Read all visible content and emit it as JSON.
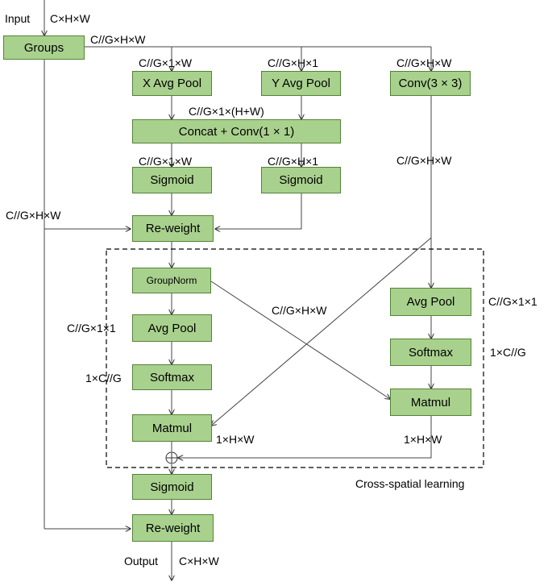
{
  "boxes": {
    "groups": "Groups",
    "x_avg_pool": "X Avg Pool",
    "y_avg_pool": "Y Avg Pool",
    "conv3": "Conv(3 × 3)",
    "concat_conv": "Concat + Conv(1 × 1)",
    "sigmoid_left": "Sigmoid",
    "sigmoid_right": "Sigmoid",
    "reweight_top": "Re-weight",
    "groupnorm": "GroupNorm",
    "avg_pool_left": "Avg Pool",
    "softmax_left": "Softmax",
    "matmul_left": "Matmul",
    "avg_pool_right": "Avg Pool",
    "softmax_right": "Softmax",
    "matmul_right": "Matmul",
    "sigmoid_bottom": "Sigmoid",
    "reweight_bottom": "Re-weight"
  },
  "labels": {
    "input": "Input",
    "input_shape": "C×H×W",
    "groups_out": "C//G×H×W",
    "x_pool_in": "C//G×1×W",
    "y_pool_in": "C//G×H×1",
    "conv_in": "C//G×H×W",
    "concat_in": "C//G×1×(H+W)",
    "sig_left_in": "C//G×1×W",
    "sig_right_in": "C//G×H×1",
    "conv_out": "C//G×H×W",
    "skip_shape": "C//G×H×W",
    "cross_shape": "C//G×H×W",
    "avg_left_out": "C//G×1×1",
    "softmax_left_out": "1×C//G",
    "matmul_left_out": "1×H×W",
    "avg_right_out": "C//G×1×1",
    "softmax_right_out": "1×C//G",
    "matmul_right_out": "1×H×W",
    "cross_spatial": "Cross-spatial learning",
    "output": "Output",
    "output_shape": "C×H×W"
  },
  "symbols": {
    "sum": "⊕"
  }
}
